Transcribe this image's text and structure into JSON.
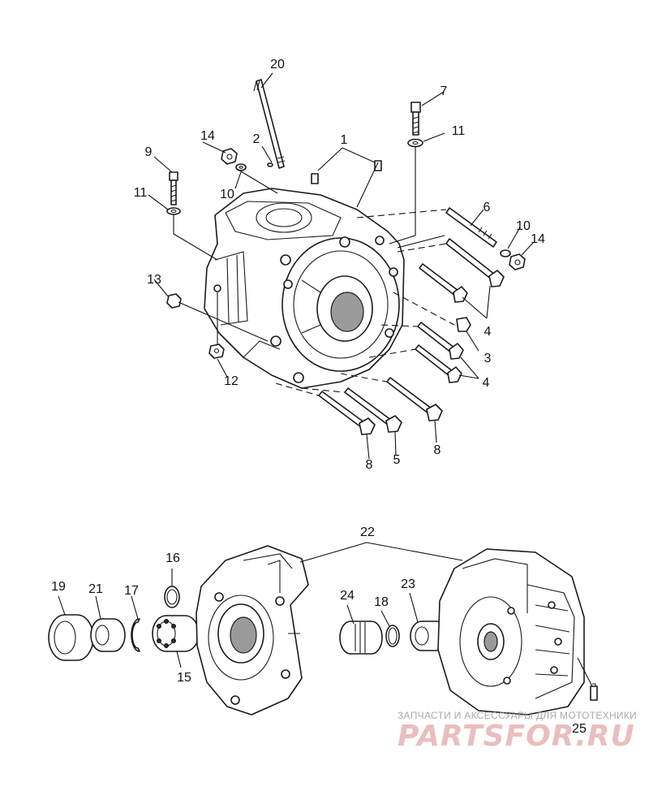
{
  "callouts": {
    "c1": "1",
    "c2": "2",
    "c3": "3",
    "c4a": "4",
    "c4b": "4",
    "c5": "5",
    "c6": "6",
    "c7": "7",
    "c8a": "8",
    "c8b": "8",
    "c9": "9",
    "c10a": "10",
    "c10b": "10",
    "c11a": "11",
    "c11b": "11",
    "c12": "12",
    "c13": "13",
    "c14a": "14",
    "c14b": "14",
    "c15": "15",
    "c16": "16",
    "c17": "17",
    "c18": "18",
    "c19": "19",
    "c20": "20",
    "c21": "21",
    "c22": "22",
    "c23": "23",
    "c24": "24",
    "c25": "25"
  },
  "watermark": {
    "subtitle": "ЗАПЧАСТИ И АКСЕССУАРЫ ДЛЯ МОТОТЕХНИКИ",
    "logo": "PARTSFOR.RU"
  },
  "colors": {
    "line": "#1a1a1a",
    "watermark_logo": "#e7b3b3",
    "watermark_text": "#9a9a9a"
  }
}
